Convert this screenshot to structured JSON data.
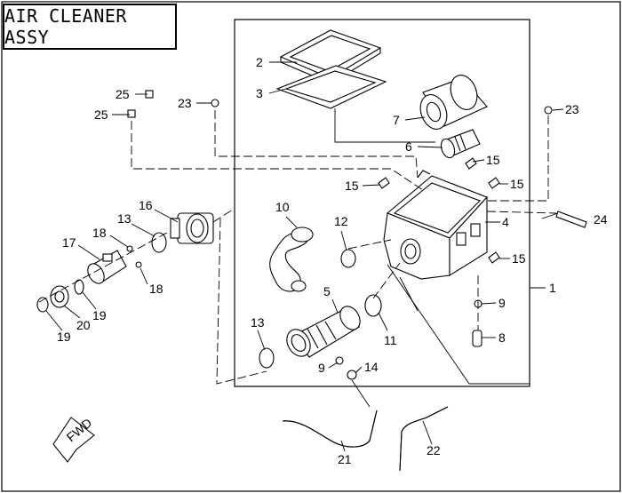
{
  "title": "AIR CLEANER ASSY",
  "callouts": {
    "c1": "1",
    "c2": "2",
    "c3": "3",
    "c4": "4",
    "c5": "5",
    "c6": "6",
    "c7": "7",
    "c8": "8",
    "c9a": "9",
    "c9b": "9",
    "c10": "10",
    "c11": "11",
    "c12": "12",
    "c13a": "13",
    "c13b": "13",
    "c14": "14",
    "c15a": "15",
    "c15b": "15",
    "c15c": "15",
    "c15d": "15",
    "c16": "16",
    "c17": "17",
    "c18a": "18",
    "c18b": "18",
    "c19a": "19",
    "c19b": "19",
    "c20": "20",
    "c21": "21",
    "c22": "22",
    "c23a": "23",
    "c23b": "23",
    "c24": "24",
    "c25a": "25",
    "c25b": "25"
  },
  "fwd_marker": "FWD"
}
